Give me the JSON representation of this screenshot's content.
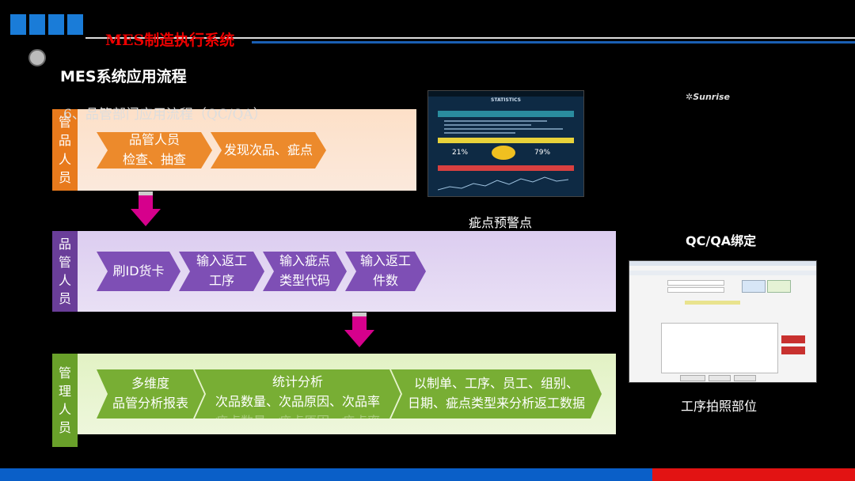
{
  "header": {
    "system_title": "MES制造执行系统",
    "section_title": "MES系统应用流程",
    "subsection_title": "6、品管部门应用流程（QC/QA）"
  },
  "lanes": [
    {
      "label": [
        "管",
        "品",
        "人",
        "员"
      ],
      "steps": [
        {
          "lines": [
            "品管人员",
            "检查、抽查"
          ]
        },
        {
          "lines": [
            "发现次品、疵点"
          ]
        }
      ]
    },
    {
      "label": [
        "品",
        "管",
        "人",
        "员"
      ],
      "steps": [
        {
          "lines": [
            "刷ID货卡"
          ]
        },
        {
          "lines": [
            "输入返工",
            "工序"
          ]
        },
        {
          "lines": [
            "输入疵点",
            "类型代码"
          ]
        },
        {
          "lines": [
            "输入返工",
            "件数"
          ]
        }
      ]
    },
    {
      "label": [
        "管",
        "理",
        "人",
        "员"
      ],
      "steps": [
        {
          "lines": [
            "多维度",
            "品管分析报表"
          ]
        },
        {
          "lines": [
            "统计分析",
            "次品数量、次品原因、次品率",
            "疵点数量、疵点原因、疵点率"
          ]
        },
        {
          "lines": [
            "以制单、工序、员工、组别、",
            "日期、疵点类型来分析返工数据"
          ]
        }
      ]
    }
  ],
  "captions": {
    "mobile": "疵点预警点",
    "qc_bind": "QC/QA绑定",
    "photo": "工序拍照部位"
  },
  "brand": {
    "logo_text": "Sunrise"
  },
  "mobile_screen": {
    "app_title": "STATISTICS",
    "pct_left": "21%",
    "pct_right": "79%"
  },
  "colors": {
    "accent_blue": "#1a7cd8",
    "title_red": "#e00000",
    "arrow_magenta": "#d6008c",
    "lane1": "#e87a1c",
    "lane2": "#6a3e99",
    "lane3": "#69a02a"
  }
}
